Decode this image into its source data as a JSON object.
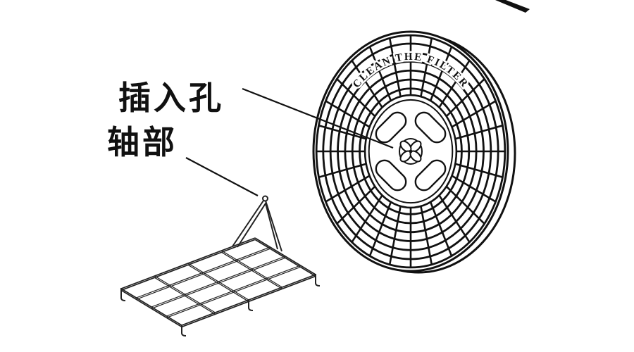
{
  "labels": {
    "insertion_hole": "插入孔",
    "shaft": "轴部"
  },
  "filter_disc": {
    "embossed_text": "CLEAN THE FILTER"
  },
  "colors": {
    "line": "#111111",
    "background": "#ffffff"
  }
}
